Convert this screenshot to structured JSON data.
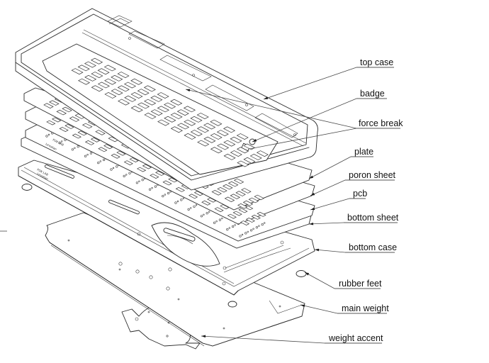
{
  "diagram": {
    "title": "Keyboard exploded view",
    "colors": {
      "line": "#2a2a2a",
      "text": "#111111",
      "background": "#ffffff"
    },
    "labels": [
      {
        "id": "top-case",
        "text": "top case"
      },
      {
        "id": "badge",
        "text": "badge"
      },
      {
        "id": "force-break",
        "text": "force break"
      },
      {
        "id": "plate",
        "text": "plate"
      },
      {
        "id": "poron-sheet",
        "text": "poron sheet"
      },
      {
        "id": "pcb",
        "text": "pcb"
      },
      {
        "id": "bottom-sheet",
        "text": "bottom sheet"
      },
      {
        "id": "bottom-case",
        "text": "bottom case"
      },
      {
        "id": "rubber-feet",
        "text": "rubber feet"
      },
      {
        "id": "main-weight",
        "text": "main weight"
      },
      {
        "id": "weight-accent",
        "text": "weight accent"
      }
    ],
    "pcb_markings": {
      "brand": "FOX LAB",
      "model": "Leviatan"
    }
  }
}
